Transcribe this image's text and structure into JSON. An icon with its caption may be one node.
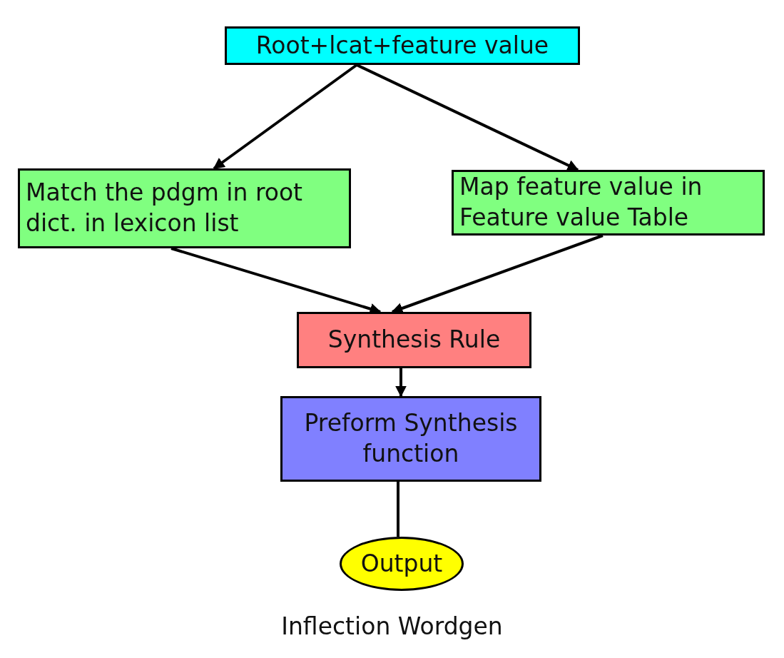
{
  "diagram": {
    "caption": "Inflection Wordgen",
    "nodes": [
      {
        "text": [
          "Root+lcat+feature value"
        ]
      },
      {
        "text": [
          "Match the pdgm in root dict. in lexicon list"
        ]
      },
      {
        "text": [
          "Map feature value in Feature value Table"
        ]
      },
      {
        "text": [
          "Synthesis Rule"
        ]
      },
      {
        "text": [
          "Preform Synthesis function"
        ]
      },
      {
        "text": [
          "Output"
        ]
      }
    ],
    "edges": [
      {
        "from": 0,
        "to": 1,
        "arrow": "to"
      },
      {
        "from": 0,
        "to": 2,
        "arrow": "to"
      },
      {
        "from": 1,
        "to": 3,
        "arrow": "to"
      },
      {
        "from": 2,
        "to": 3,
        "arrow": "to"
      },
      {
        "from": 3,
        "to": 4,
        "arrow": "to"
      },
      {
        "from": 4,
        "to": 5,
        "arrow": "none"
      }
    ]
  }
}
